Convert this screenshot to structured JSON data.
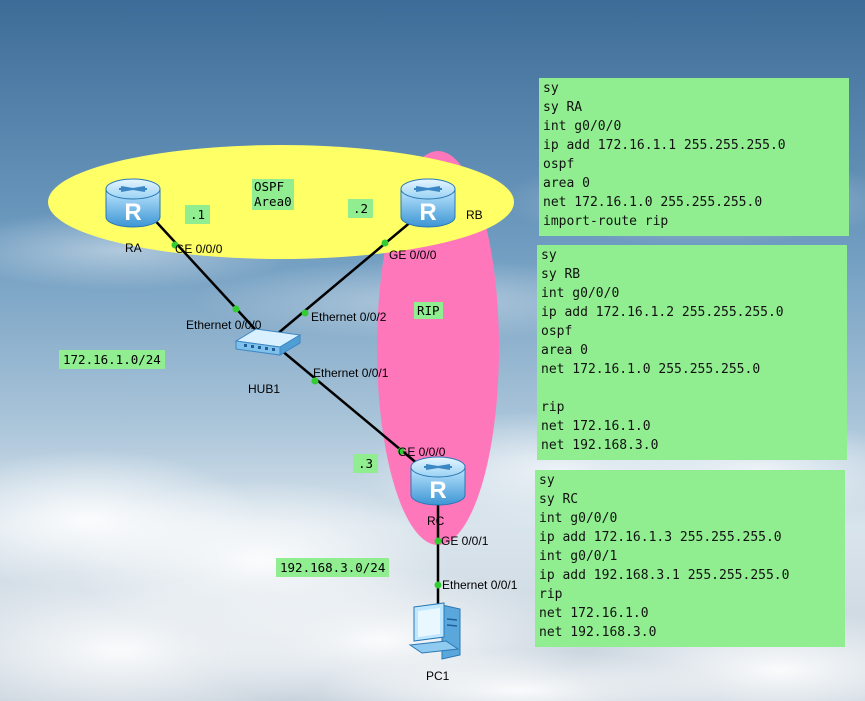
{
  "colors": {
    "ospf_area": "#ffff66",
    "rip_area": "#ff77bb",
    "label_bg": "#90ee90",
    "link": "#000000",
    "port_dot": "#33cc33"
  },
  "zones": {
    "ospf": {
      "line1": "OSPF",
      "line2": "Area0"
    },
    "rip": "RIP"
  },
  "devices": {
    "ra": {
      "name": "RA",
      "icon": "router-icon",
      "ip_suffix": ".1"
    },
    "rb": {
      "name": "RB",
      "icon": "router-icon",
      "ip_suffix": ".2"
    },
    "rc": {
      "name": "RC",
      "icon": "router-icon",
      "ip_suffix": ".3"
    },
    "hub": {
      "name": "HUB1",
      "icon": "hub-icon"
    },
    "pc": {
      "name": "PC1",
      "icon": "pc-icon"
    }
  },
  "ports": {
    "ra_ge": "GE 0/0/0",
    "rb_ge": "GE 0/0/0",
    "rc_ge0": "GE 0/0/0",
    "rc_ge1": "GE 0/0/1",
    "hub_e0": "Ethernet 0/0/0",
    "hub_e1": "Ethernet 0/0/1",
    "hub_e2": "Ethernet 0/0/2",
    "pc_e1": "Ethernet 0/0/1"
  },
  "networks": {
    "lan1": "172.16.1.0/24",
    "lan2": "192.168.3.0/24"
  },
  "configs": {
    "ra": [
      "sy",
      "sy RA",
      "int g0/0/0",
      "ip add 172.16.1.1 255.255.255.0",
      "ospf",
      "area 0",
      "net 172.16.1.0 255.255.255.0",
      "import-route rip"
    ],
    "rb": [
      "sy",
      "sy RB",
      "int g0/0/0",
      "ip add 172.16.1.2 255.255.255.0",
      "ospf",
      "area 0",
      "net 172.16.1.0 255.255.255.0",
      "",
      "rip",
      "net 172.16.1.0",
      "net 192.168.3.0"
    ],
    "rc": [
      "sy",
      "sy RC",
      "int g0/0/0",
      "ip add 172.16.1.3 255.255.255.0",
      "int g0/0/1",
      "ip add 192.168.3.1 255.255.255.0",
      "rip",
      "net 172.16.1.0",
      "net 192.168.3.0"
    ]
  }
}
